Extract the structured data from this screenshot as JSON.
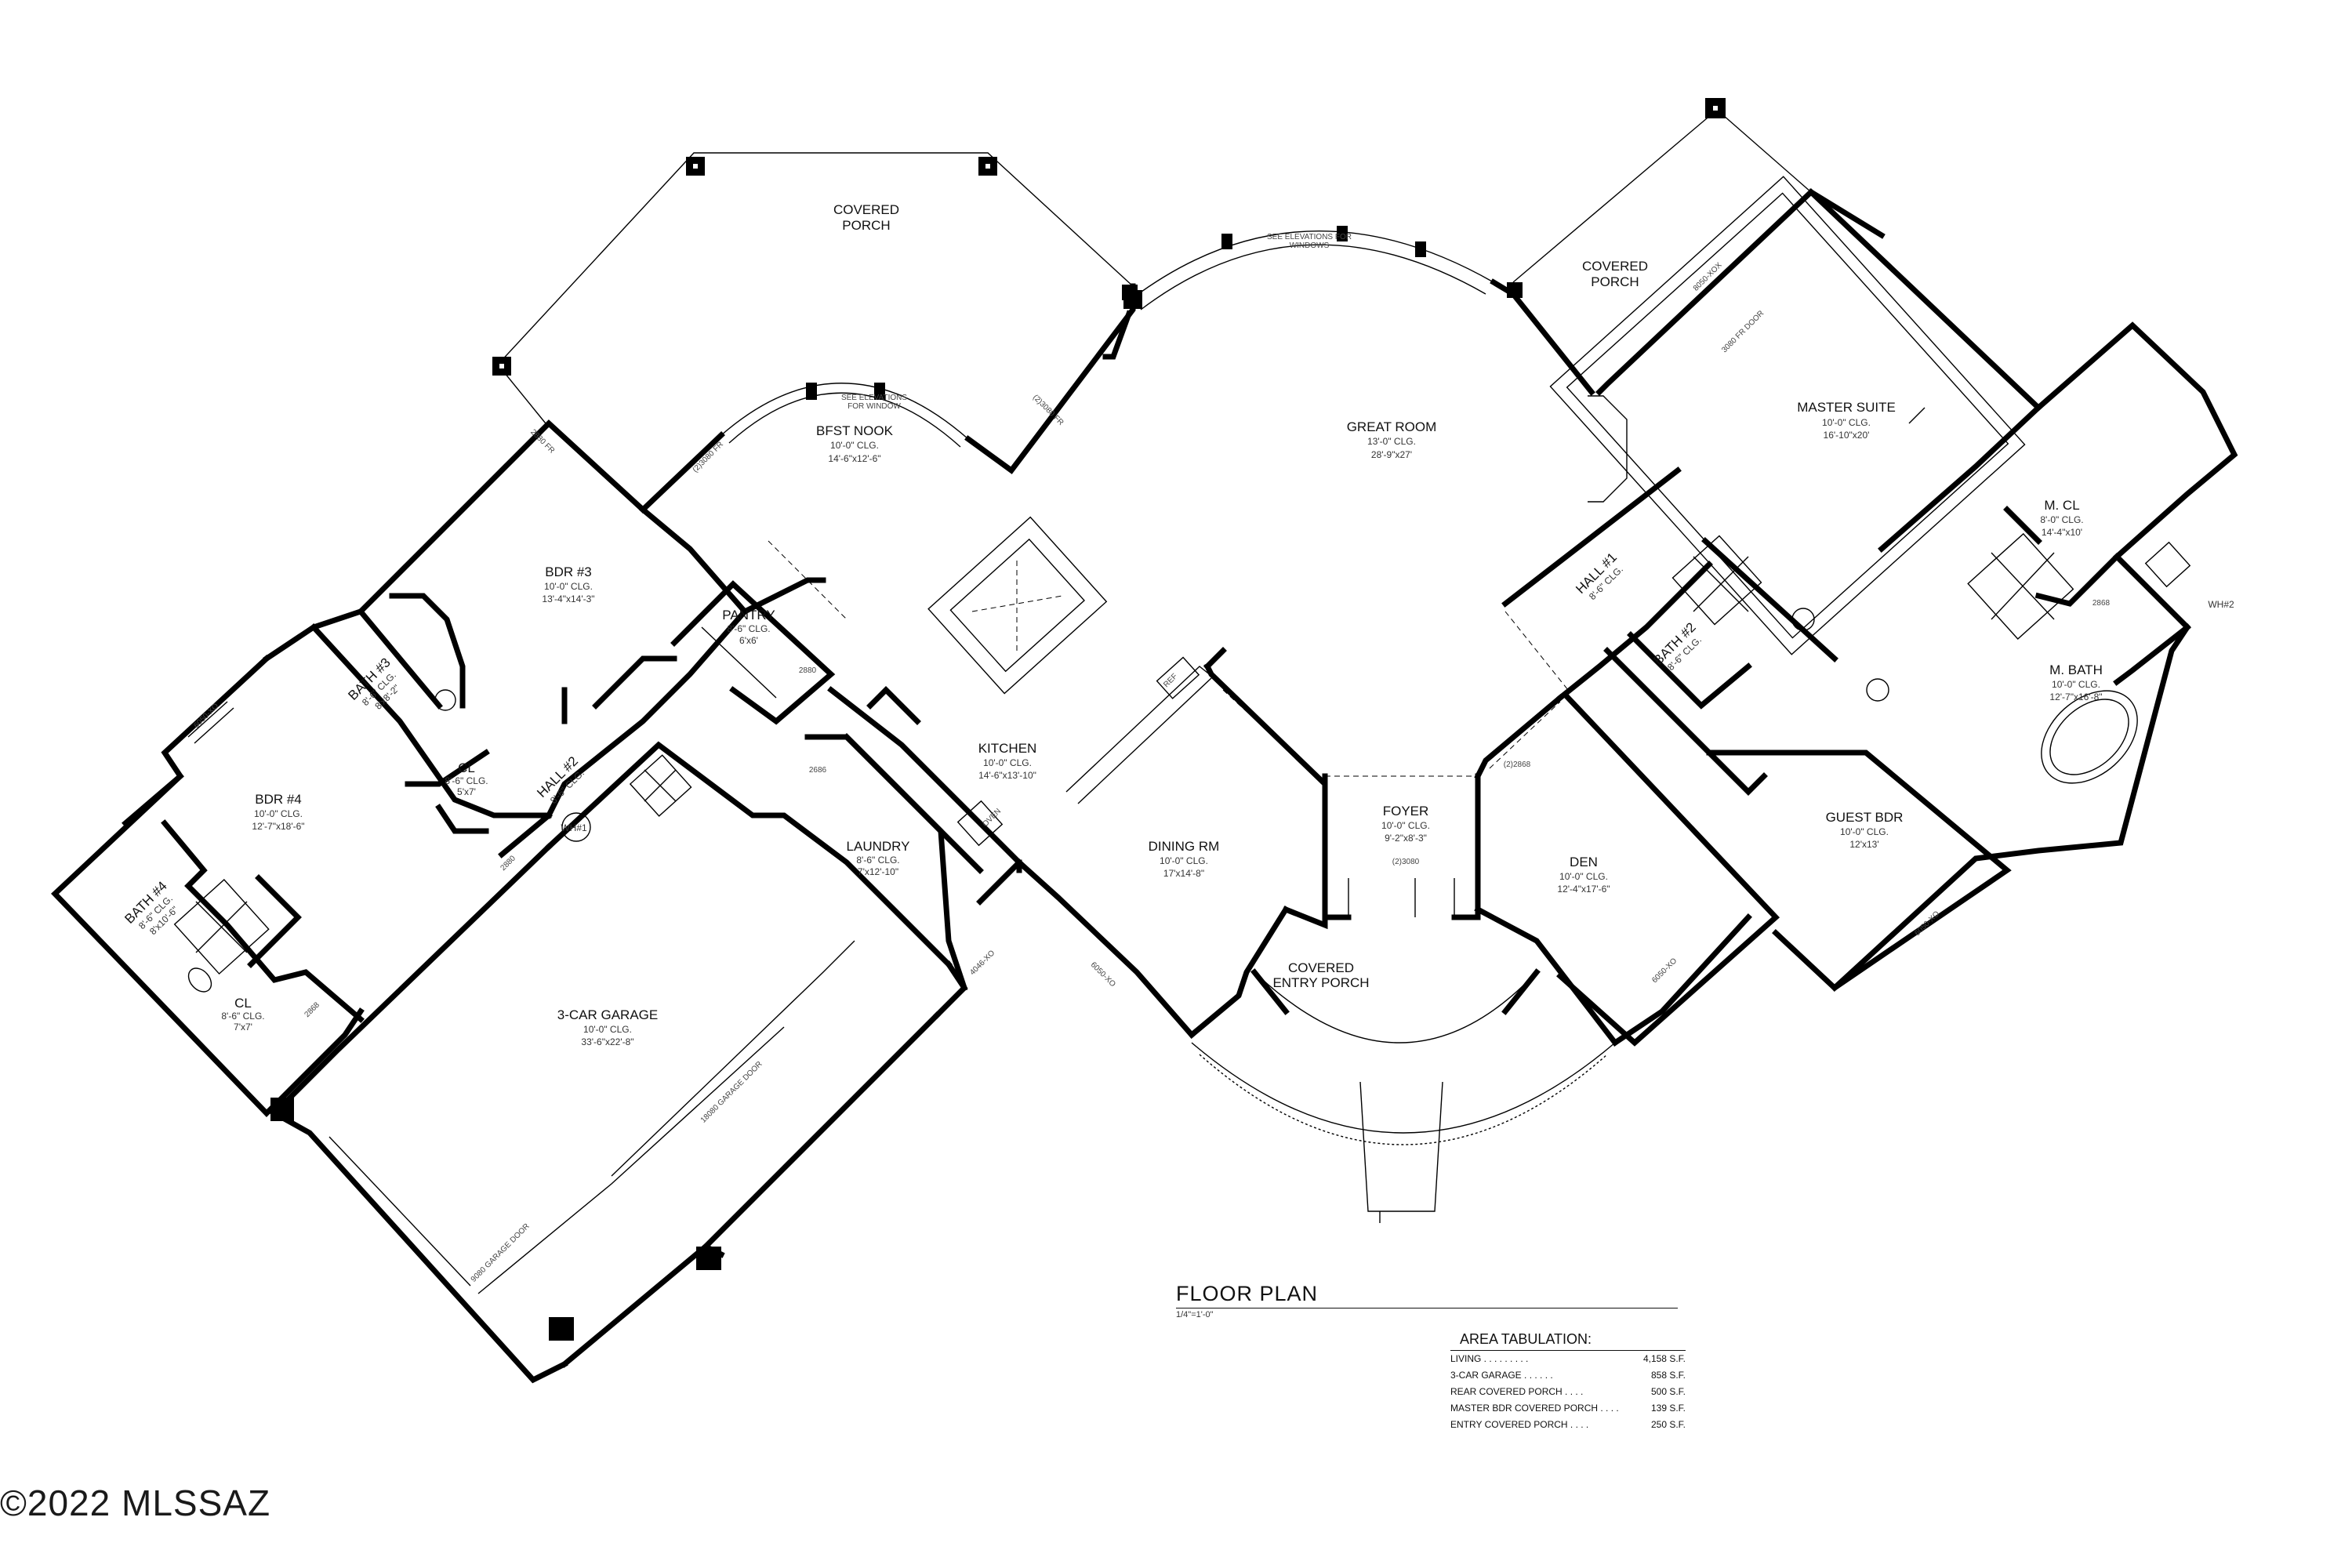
{
  "rooms": {
    "covered_porch_rear": {
      "name": "COVERED\nPORCH"
    },
    "bfst_nook": {
      "name": "BFST NOOK",
      "clg": "10'-0\" CLG.",
      "size": "14'-6\"x12'-6\"",
      "note": "SEE ELEVATIONS\nFOR WINDOW"
    },
    "great_room": {
      "name": "GREAT ROOM",
      "clg": "13'-0\" CLG.",
      "size": "28'-9\"x27'",
      "note": "SEE ELEVATIONS FOR\nWINDOWS"
    },
    "covered_porch_master": {
      "name": "COVERED\nPORCH"
    },
    "master_suite": {
      "name": "MASTER SUITE",
      "clg": "10'-0\" CLG.",
      "size": "16'-10\"x20'"
    },
    "m_cl": {
      "name": "M. CL",
      "clg": "8'-0\" CLG.",
      "size": "14'-4\"x10'"
    },
    "m_bath": {
      "name": "M. BATH",
      "clg": "10'-0\" CLG.",
      "size": "12'-7\"x16'-8\""
    },
    "wh2": {
      "name": "WH#2"
    },
    "bdr3": {
      "name": "BDR #3",
      "clg": "10'-0\" CLG.",
      "size": "13'-4\"x14'-3\""
    },
    "bath3": {
      "name": "BATH #3",
      "clg": "8'-6\" CLG.",
      "size": "8'x8'-2\""
    },
    "cl_bdr3": {
      "name": "CL",
      "clg": "8'-6\" CLG.",
      "size": "5'x7'"
    },
    "hall2": {
      "name": "HALL #2",
      "clg": "8'-6\" CLG."
    },
    "pantry": {
      "name": "PANTRY",
      "clg": "8'-6\" CLG.",
      "size": "6'x6'"
    },
    "kitchen": {
      "name": "KITCHEN",
      "clg": "10'-0\" CLG.",
      "size": "14'-6\"x13'-10\""
    },
    "laundry": {
      "name": "LAUNDRY",
      "clg": "8'-6\" CLG.",
      "size": "7'x12'-10\""
    },
    "bdr4": {
      "name": "BDR #4",
      "clg": "10'-0\" CLG.",
      "size": "12'-7\"x18'-6\""
    },
    "bath4": {
      "name": "BATH #4",
      "clg": "8'-6\" CLG.",
      "size": "8'x10'-6\""
    },
    "cl_bdr4": {
      "name": "CL",
      "clg": "8'-6\" CLG.",
      "size": "7'x7'"
    },
    "wh1": {
      "name": "WH#1"
    },
    "garage": {
      "name": "3-CAR GARAGE",
      "clg": "10'-0\" CLG.",
      "size": "33'-6\"x22'-8\""
    },
    "dining": {
      "name": "DINING RM",
      "clg": "10'-0\" CLG.",
      "size": "17'x14'-8\""
    },
    "foyer": {
      "name": "FOYER",
      "clg": "10'-0\" CLG.",
      "size": "9'-2\"x8'-3\""
    },
    "entry_porch": {
      "name": "COVERED\nENTRY PORCH"
    },
    "den": {
      "name": "DEN",
      "clg": "10'-0\" CLG.",
      "size": "12'-4\"x17'-6\""
    },
    "hall1": {
      "name": "HALL #1",
      "clg": "8'-6\" CLG."
    },
    "bath2": {
      "name": "BATH #2",
      "clg": "8'-6\" CLG."
    },
    "guest_bdr": {
      "name": "GUEST BDR",
      "clg": "10'-0\" CLG.",
      "size": "12'x13'"
    }
  },
  "door_tags": {
    "fr_nook": "(2)3080 FR",
    "fr_great": "(2)3080 FR",
    "fr_bdr3": "2880 FR",
    "foyer_door": "(2)3080",
    "den_door": "(2)2868",
    "garage_door_small": "9080 GARAGE DOOR",
    "garage_door_large": "18080 GARAGE DOOR",
    "window_bdr4": "6050-XO",
    "window_dining": "6050-XO",
    "window_den": "6050-XO",
    "window_guest": "6050-XO",
    "window_laundry": "4046-XO",
    "window_master": "8050-XOX",
    "door_master": "3080 FR DOOR",
    "ref": "REF",
    "oven": "OVEN",
    "d2880_pantry": "2880",
    "d2880_bdr4": "2880",
    "d2868_cl": "2868",
    "d2868_mbath": "2868",
    "d2686": "2686"
  },
  "title_block": {
    "title": "FLOOR PLAN",
    "scale": "1/4\"=1'-0\""
  },
  "area_tabulation": {
    "heading": "AREA TABULATION:",
    "rows": [
      {
        "label": "LIVING . . . . . . . . .",
        "value": "4,158 S.F."
      },
      {
        "label": "3-CAR GARAGE . . . . . .",
        "value": "858 S.F."
      },
      {
        "label": "REAR COVERED PORCH . . . .",
        "value": "500 S.F."
      },
      {
        "label": "MASTER BDR COVERED PORCH . . . .",
        "value": "139 S.F."
      },
      {
        "label": "ENTRY COVERED PORCH . . . .",
        "value": "250 S.F."
      }
    ]
  },
  "watermark": "©2022 MLSSAZ"
}
